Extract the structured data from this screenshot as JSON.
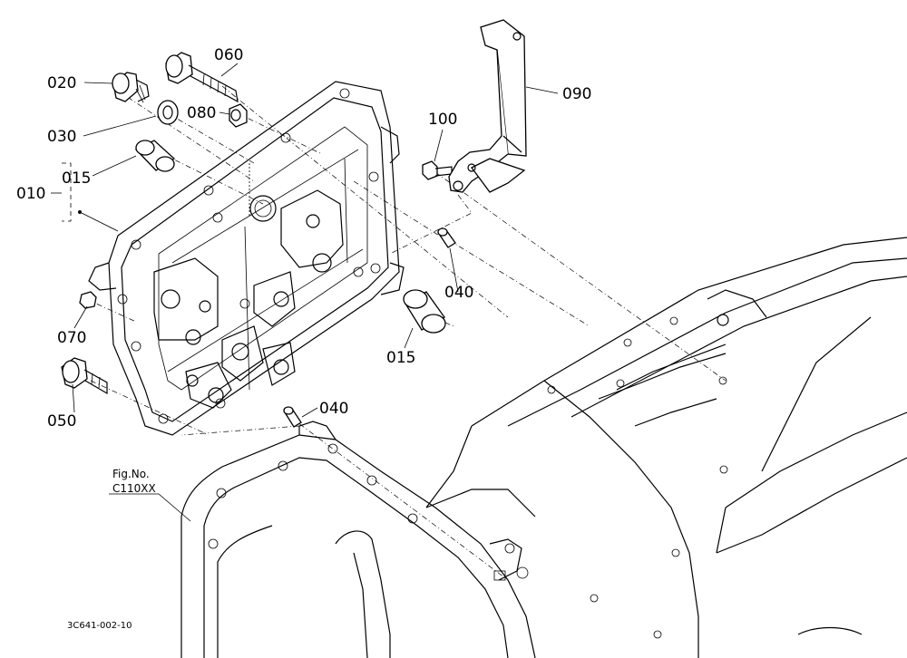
{
  "part_labels": {
    "p010": "010",
    "p015_a": "015",
    "p015_b": "015",
    "p020": "020",
    "p030": "030",
    "p040_a": "040",
    "p040_b": "040",
    "p050": "050",
    "p060": "060",
    "p070": "070",
    "p080": "080",
    "p090": "090",
    "p100": "100"
  },
  "fig_ref": {
    "line1": "Fig.No.",
    "line2": "C110XX"
  },
  "drawing_code": "3C641-002-10"
}
